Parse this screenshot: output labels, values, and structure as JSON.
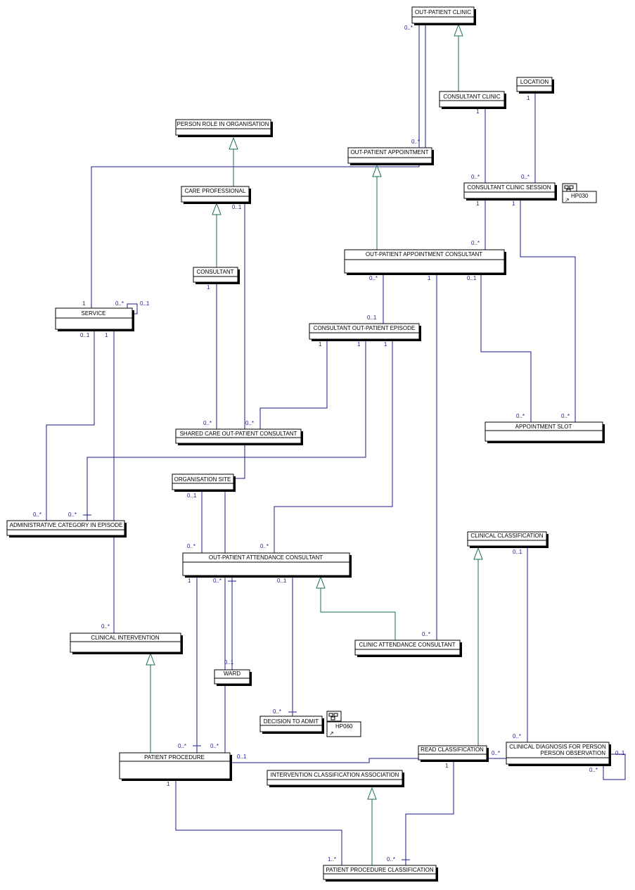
{
  "classes": {
    "out_patient_clinic": "OUT-PATIENT CLINIC",
    "consultant_clinic": "CONSULTANT CLINIC",
    "location": "LOCATION",
    "person_role_in_organisation": "PERSON ROLE IN ORGANISATION",
    "out_patient_appointment": "OUT-PATIENT APPOINTMENT",
    "consultant_clinic_session": "CONSULTANT CLINIC SESSION",
    "care_professional": "CARE PROFESSIONAL",
    "out_patient_appointment_consultant": "OUT-PATIENT APPOINTMENT CONSULTANT",
    "consultant": "CONSULTANT",
    "service": "SERVICE",
    "consultant_out_patient_episode": "CONSULTANT OUT-PATIENT EPISODE",
    "appointment_slot": "APPOINTMENT SLOT",
    "shared_care_out_patient_consultant": "SHARED CARE OUT-PATIENT CONSULTANT",
    "organisation_site": "ORGANISATION SITE",
    "administrative_category_in_episode": "ADMINISTRATIVE CATEGORY IN EPISODE",
    "clinical_classification": "CLINICAL CLASSIFICATION",
    "out_patient_attendance_consultant": "OUT-PATIENT ATTENDANCE CONSULTANT",
    "clinical_intervention": "CLINICAL INTERVENTION",
    "clinic_attendance_consultant": "CLINIC ATTENDANCE CONSULTANT",
    "ward": "WARD",
    "decision_to_admit": "DECISION TO ADMIT",
    "read_classification": "READ CLASSIFICATION",
    "clinical_diagnosis_line1": "CLINICAL DIAGNOSIS FOR PERSON",
    "clinical_diagnosis_line2": "PERSON OBSERVATION",
    "patient_procedure": "PATIENT PROCEDURE",
    "intervention_classification_association": "INTERVENTION CLASSIFICATION ASSOCIATION",
    "patient_procedure_classification": "PATIENT PROCEDURE CLASSIFICATION"
  },
  "package_icons": [
    {
      "label": "HP030"
    },
    {
      "label": "HP060"
    }
  ],
  "multiplicities": {
    "many": "0..*",
    "zero_one": "0..1",
    "one": "1",
    "one_many": "1..*"
  },
  "colors": {
    "connector": "#1a1a8c",
    "generalization": "#1a6a50",
    "box_border": "#000000"
  }
}
